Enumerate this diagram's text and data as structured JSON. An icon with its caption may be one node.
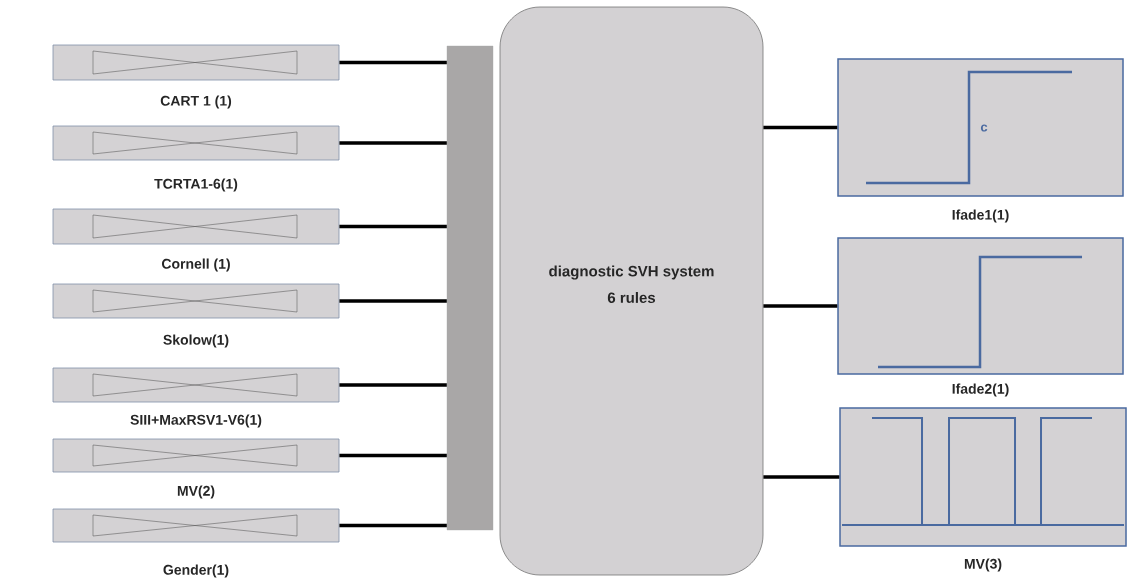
{
  "diagram": {
    "nodes": [
      {
        "text": [
          "CART 1 (1)"
        ]
      },
      {
        "text": [
          "TCRTA1-6(1)"
        ]
      },
      {
        "text": [
          "Cornell (1)"
        ]
      },
      {
        "text": [
          "Skolow(1)"
        ]
      },
      {
        "text": [
          "SIII+MaxRSV1-V6(1)"
        ]
      },
      {
        "text": [
          "MV(2)"
        ]
      },
      {
        "text": [
          "Gender(1)"
        ]
      },
      {
        "text": [],
        "shape": "bar"
      },
      {
        "text": [
          "diagnostic SVH system",
          "6 rules"
        ]
      },
      {
        "text": [
          "c",
          "Ifade1(1)"
        ]
      },
      {
        "text": [
          "Ifade2(1)"
        ]
      },
      {
        "text": [
          "MV(3)"
        ]
      }
    ],
    "edges": [
      {
        "from": 0,
        "to": 7,
        "arrow": "none"
      },
      {
        "from": 1,
        "to": 7,
        "arrow": "none"
      },
      {
        "from": 2,
        "to": 7,
        "arrow": "none"
      },
      {
        "from": 3,
        "to": 7,
        "arrow": "none"
      },
      {
        "from": 4,
        "to": 7,
        "arrow": "none"
      },
      {
        "from": 5,
        "to": 7,
        "arrow": "none"
      },
      {
        "from": 6,
        "to": 7,
        "arrow": "none"
      },
      {
        "from": 8,
        "to": 9,
        "arrow": "none"
      },
      {
        "from": 8,
        "to": 10,
        "arrow": "none"
      },
      {
        "from": 8,
        "to": 11,
        "arrow": "none"
      }
    ]
  }
}
